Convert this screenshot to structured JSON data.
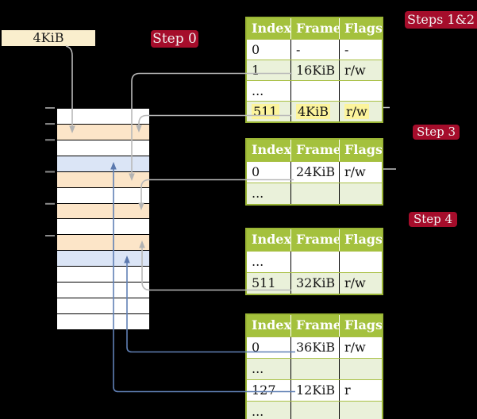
{
  "figure": "multilevel page table translation diagram",
  "labels": {
    "memory_box": "4KiB",
    "badge_step0": "Step 0",
    "badge_steps12": "Steps 1&2",
    "badge_step3": "Step 3",
    "badge_step4": "Step 4"
  },
  "table_headers": [
    "Index",
    "Frame",
    "Flags"
  ],
  "tables": [
    {
      "name": "page-table-steps-1-2",
      "rows": [
        {
          "cells": [
            "0",
            "-",
            "-"
          ]
        },
        {
          "cells": [
            "1",
            "16KiB",
            "r/w"
          ]
        },
        {
          "cells": [
            "...",
            "",
            ""
          ]
        },
        {
          "cells": [
            "511",
            "4KiB",
            "r/w"
          ],
          "highlighted": true
        }
      ]
    },
    {
      "name": "page-table-step-3",
      "rows": [
        {
          "cells": [
            "0",
            "24KiB",
            "r/w"
          ]
        },
        {
          "cells": [
            "...",
            "",
            ""
          ]
        }
      ]
    },
    {
      "name": "page-table-step-4",
      "rows": [
        {
          "cells": [
            "...",
            "",
            ""
          ]
        },
        {
          "cells": [
            "511",
            "32KiB",
            "r/w"
          ]
        }
      ]
    },
    {
      "name": "page-table-bottom",
      "rows": [
        {
          "cells": [
            "0",
            "36KiB",
            "r/w"
          ]
        },
        {
          "cells": [
            "...",
            "",
            ""
          ]
        },
        {
          "cells": [
            "127",
            "12KiB",
            "r"
          ]
        },
        {
          "cells": [
            "...",
            "",
            ""
          ]
        }
      ]
    }
  ],
  "memory": {
    "rows": [
      "white",
      "peach",
      "white",
      "blue",
      "peach",
      "white",
      "peach",
      "white",
      "peach",
      "blue",
      "white",
      "white",
      "white",
      "white"
    ]
  },
  "colors": {
    "background": "#000000",
    "badge_red": "#a50d2b",
    "table_header_green": "#a4c13d",
    "table_row_green": "#eaf1da",
    "highlight_yellow": "#fcf49c",
    "memory_peach": "#fce5c8",
    "memory_blue": "#dbe5f6",
    "label_cream": "#faeecd",
    "arrow_gray": "#b9b9b9",
    "arrow_blue": "#6080b5"
  }
}
